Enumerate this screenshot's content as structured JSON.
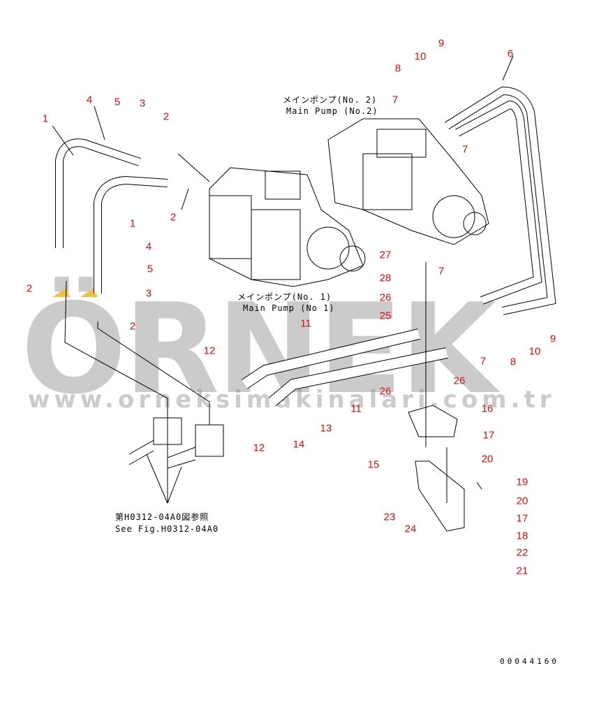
{
  "watermark": {
    "brand": "ÖRNEK",
    "url": "www.orneksimakinalari.com.tr",
    "accent": "#f0c040"
  },
  "label_color": "#d01010",
  "labels": [
    "1",
    "4",
    "5",
    "3",
    "2",
    "1",
    "2",
    "4",
    "5",
    "3",
    "2",
    "2",
    "8",
    "10",
    "9",
    "6",
    "7",
    "7",
    "27",
    "28",
    "26",
    "25",
    "7",
    "11",
    "12",
    "9",
    "10",
    "8",
    "7",
    "26",
    "26",
    "11",
    "16",
    "13",
    "14",
    "12",
    "17",
    "20",
    "15",
    "19",
    "20",
    "17",
    "23",
    "24",
    "18",
    "22",
    "21"
  ],
  "captions": {
    "pump2_jp": "メインポンプ(No. 2)",
    "pump2_en": "Main Pump (No.2)",
    "pump1_jp": "メインポンプ(No. 1)",
    "pump1_en": "Main Pump (No 1)",
    "ref_jp": "第H0312-04A0図参照",
    "ref_en": "See Fig.H0312-04A0",
    "drawing_no": "00044160"
  }
}
